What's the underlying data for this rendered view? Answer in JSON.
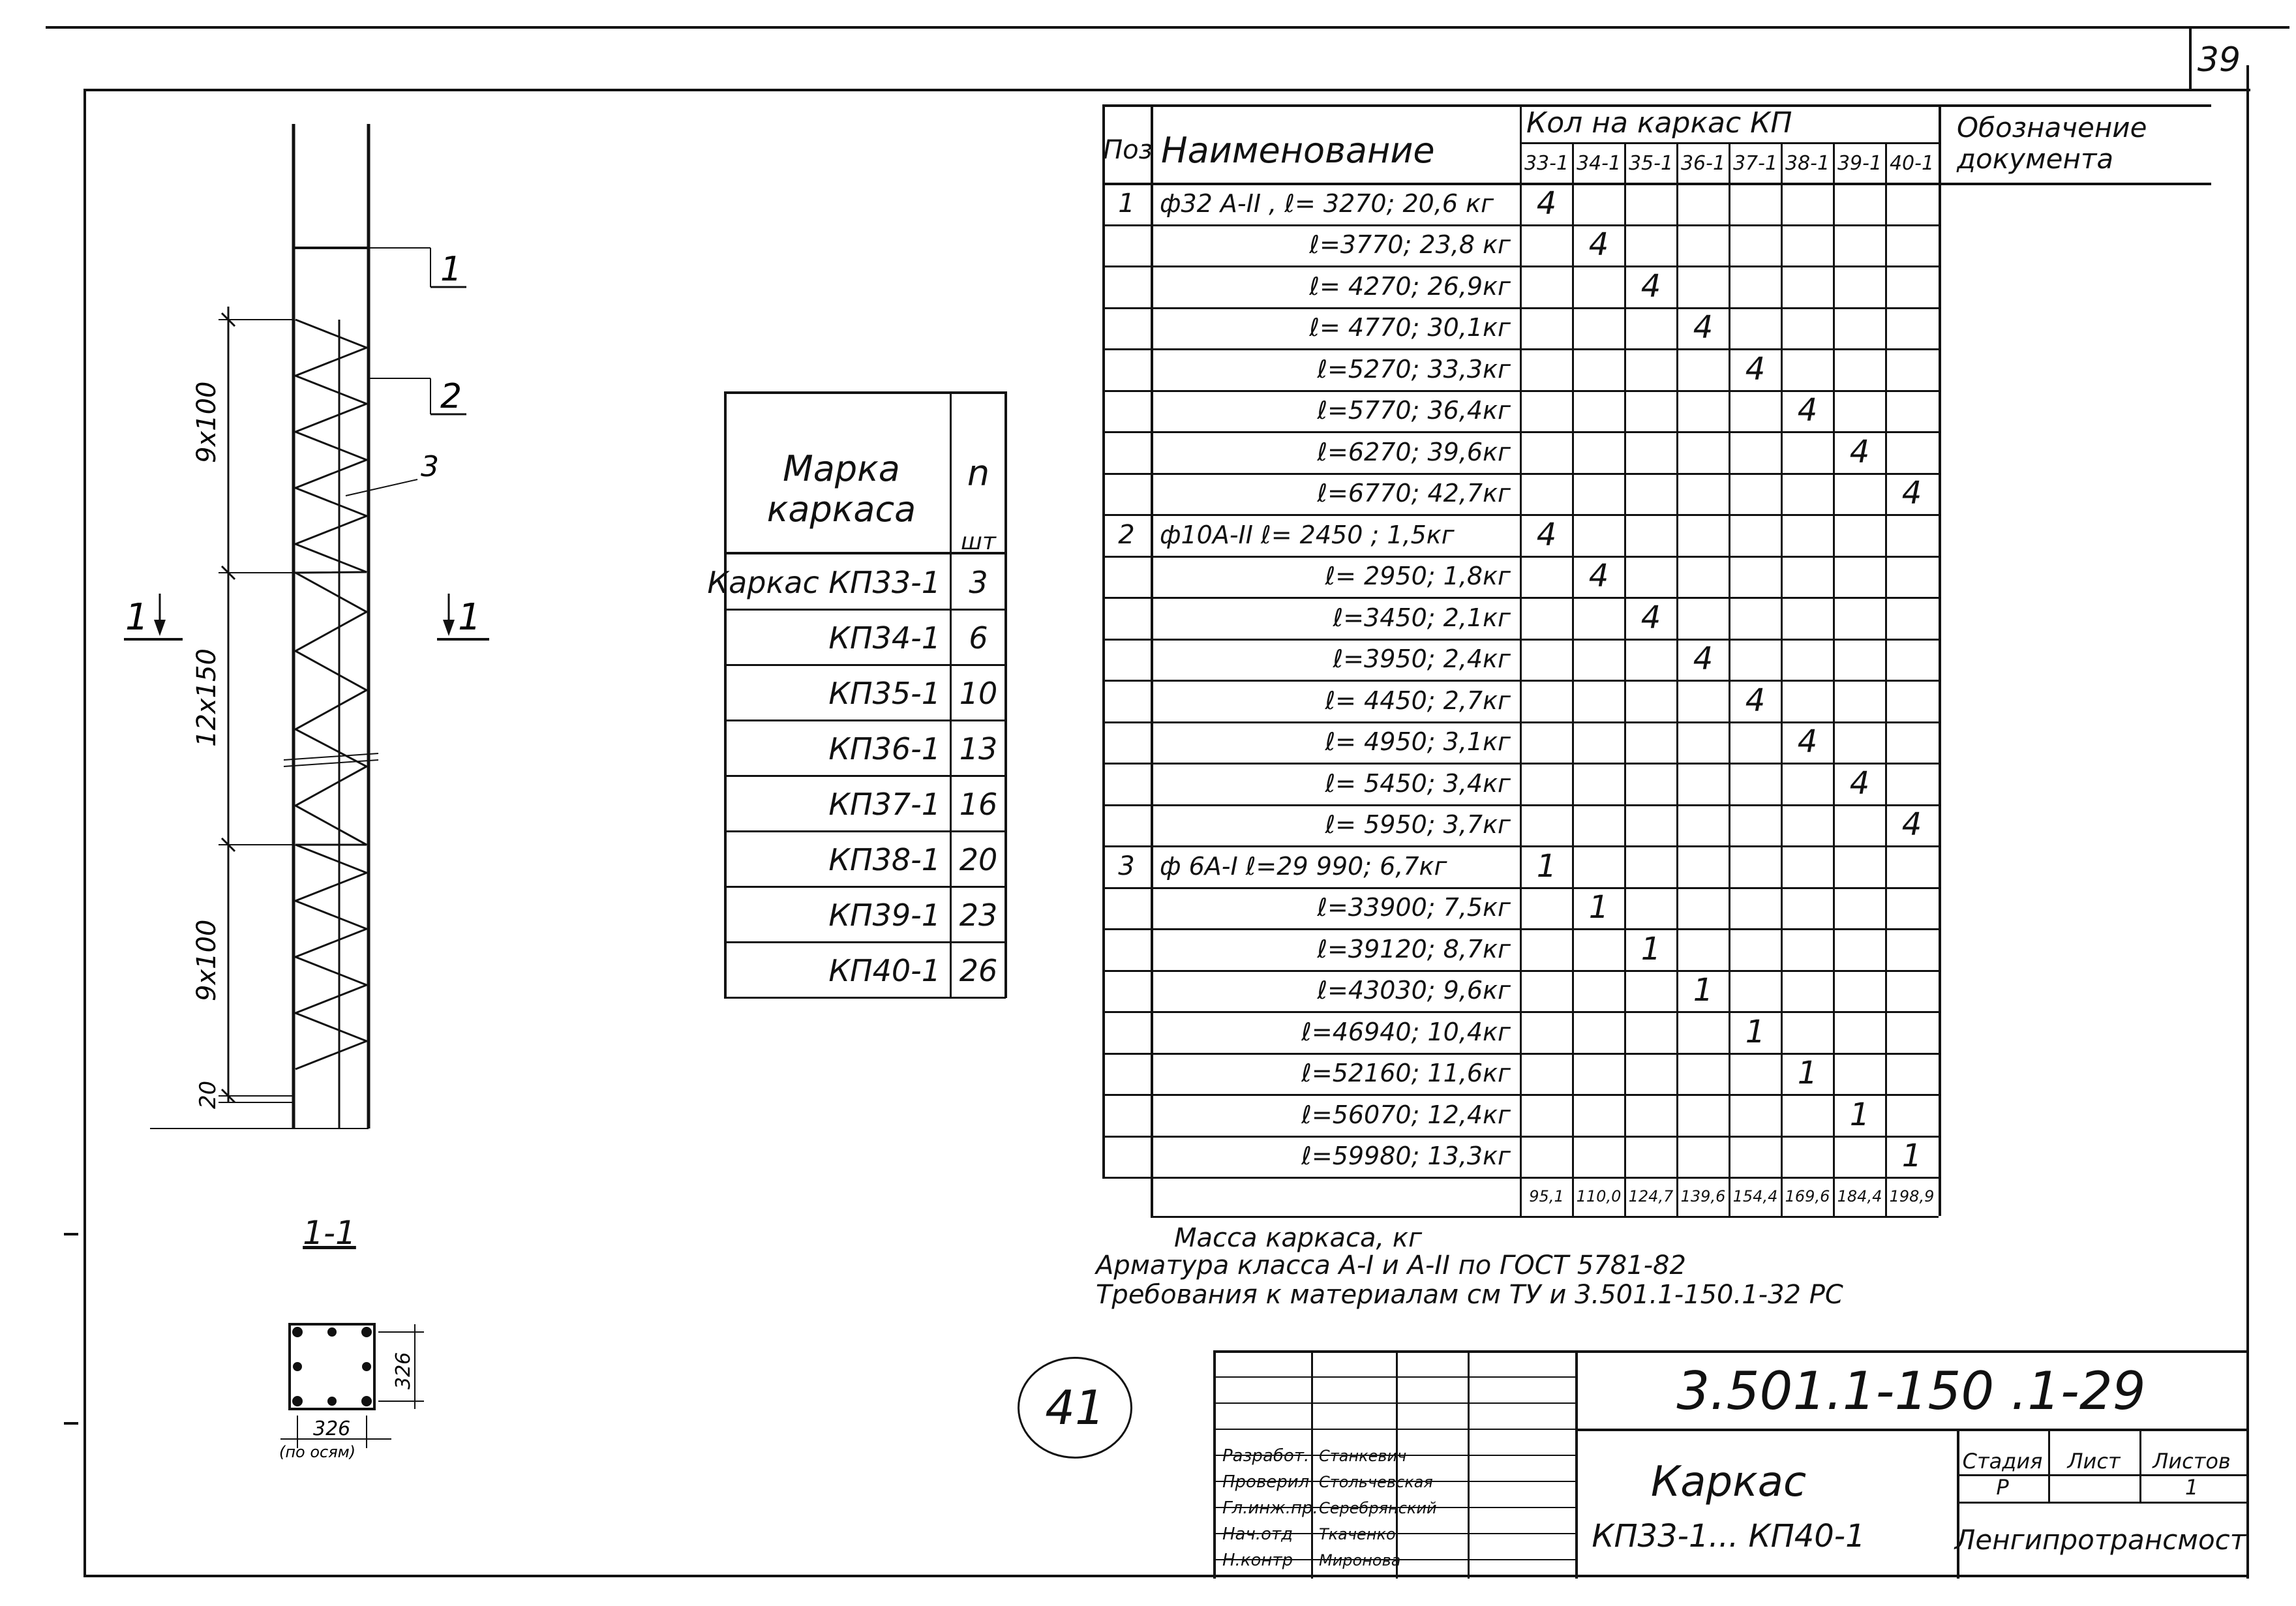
{
  "sheet_number": "39",
  "circle_mark": "41",
  "drawing": {
    "callouts": [
      "1",
      "2",
      "3"
    ],
    "dim_top": "9x100",
    "dim_middle": "12x150",
    "dim_bottom": "9x100",
    "dim_end": "20",
    "section_mark_left": "1",
    "section_mark_right": "1",
    "section_label": "1-1",
    "section_dim_side": "326",
    "section_dim_bottom": "326",
    "section_dim_note": "(по осям)"
  },
  "mark_table": {
    "header_mark": "Марка каркаса",
    "header_n": "n",
    "header_unit": "шт",
    "rows": [
      {
        "mark": "Каркас КП33-1",
        "n": "3"
      },
      {
        "mark": "КП34-1",
        "n": "6"
      },
      {
        "mark": "КП35-1",
        "n": "10"
      },
      {
        "mark": "КП36-1",
        "n": "13"
      },
      {
        "mark": "КП37-1",
        "n": "16"
      },
      {
        "mark": "КП38-1",
        "n": "20"
      },
      {
        "mark": "КП39-1",
        "n": "23"
      },
      {
        "mark": "КП40-1",
        "n": "26"
      }
    ]
  },
  "spec_table": {
    "header_pos": "Поз",
    "header_name": "Наименование",
    "header_qty": "Кол на каркас КП",
    "header_doc": "Обозначение документа",
    "columns": [
      "33-1",
      "34-1",
      "35-1",
      "36-1",
      "37-1",
      "38-1",
      "39-1",
      "40-1"
    ],
    "rows": [
      {
        "pos": "1",
        "name": "ф32 А-II , ℓ= 3270; 20,6 кг",
        "col": 0,
        "qty": "4"
      },
      {
        "pos": "",
        "name": "ℓ=3770; 23,8 кг",
        "col": 1,
        "qty": "4"
      },
      {
        "pos": "",
        "name": "ℓ= 4270; 26,9кг",
        "col": 2,
        "qty": "4"
      },
      {
        "pos": "",
        "name": "ℓ= 4770; 30,1кг",
        "col": 3,
        "qty": "4"
      },
      {
        "pos": "",
        "name": "ℓ=5270; 33,3кг",
        "col": 4,
        "qty": "4"
      },
      {
        "pos": "",
        "name": "ℓ=5770; 36,4кг",
        "col": 5,
        "qty": "4"
      },
      {
        "pos": "",
        "name": "ℓ=6270; 39,6кг",
        "col": 6,
        "qty": "4"
      },
      {
        "pos": "",
        "name": "ℓ=6770; 42,7кг",
        "col": 7,
        "qty": "4"
      },
      {
        "pos": "2",
        "name": "ф10А-II ℓ= 2450 ; 1,5кг",
        "col": 0,
        "qty": "4"
      },
      {
        "pos": "",
        "name": "ℓ= 2950; 1,8кг",
        "col": 1,
        "qty": "4"
      },
      {
        "pos": "",
        "name": "ℓ=3450; 2,1кг",
        "col": 2,
        "qty": "4"
      },
      {
        "pos": "",
        "name": "ℓ=3950; 2,4кг",
        "col": 3,
        "qty": "4"
      },
      {
        "pos": "",
        "name": "ℓ= 4450; 2,7кг",
        "col": 4,
        "qty": "4"
      },
      {
        "pos": "",
        "name": "ℓ= 4950; 3,1кг",
        "col": 5,
        "qty": "4"
      },
      {
        "pos": "",
        "name": "ℓ= 5450; 3,4кг",
        "col": 6,
        "qty": "4"
      },
      {
        "pos": "",
        "name": "ℓ= 5950; 3,7кг",
        "col": 7,
        "qty": "4"
      },
      {
        "pos": "3",
        "name": "ф 6А-I ℓ=29 990; 6,7кг",
        "col": 0,
        "qty": "1"
      },
      {
        "pos": "",
        "name": "ℓ=33900; 7,5кг",
        "col": 1,
        "qty": "1"
      },
      {
        "pos": "",
        "name": "ℓ=39120; 8,7кг",
        "col": 2,
        "qty": "1"
      },
      {
        "pos": "",
        "name": "ℓ=43030; 9,6кг",
        "col": 3,
        "qty": "1"
      },
      {
        "pos": "",
        "name": "ℓ=46940; 10,4кг",
        "col": 4,
        "qty": "1"
      },
      {
        "pos": "",
        "name": "ℓ=52160; 11,6кг",
        "col": 5,
        "qty": "1"
      },
      {
        "pos": "",
        "name": "ℓ=56070; 12,4кг",
        "col": 6,
        "qty": "1"
      },
      {
        "pos": "",
        "name": "ℓ=59980; 13,3кг",
        "col": 7,
        "qty": "1"
      }
    ],
    "mass_label": "Масса каркаса, кг",
    "mass_values": [
      "95,1",
      "110,0",
      "124,7",
      "139,6",
      "154,4",
      "169,6",
      "184,4",
      "198,9"
    ]
  },
  "notes": {
    "line1": "Арматура класса А-I и А-II по ГОСТ 5781-82",
    "line2": "Требования к материалам см ТУ и 3.501.1-150.1-32 РС"
  },
  "title_block": {
    "doc_code": "3.501.1-150 .1-29",
    "title": "Каркас",
    "subtitle": "КП33-1... КП40-1",
    "stage_header": "Стадия",
    "sheet_header": "Лист",
    "sheets_header": "Листов",
    "stage": "Р",
    "sheets": "1",
    "org": "Ленгипротрансмост",
    "roles": [
      {
        "role": "Разработ.",
        "name": "Станкевич"
      },
      {
        "role": "Проверил",
        "name": "Стольчевская"
      },
      {
        "role": "Гл.инж.пр.",
        "name": "Серебрянский"
      },
      {
        "role": "Нач.отд",
        "name": "Ткаченко"
      },
      {
        "role": "Н.контр",
        "name": "Миронова"
      }
    ]
  }
}
